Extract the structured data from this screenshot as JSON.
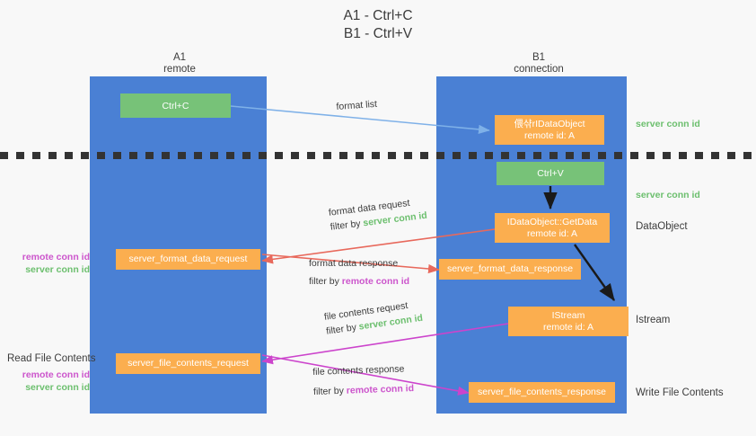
{
  "title": {
    "line1": "A1 - Ctrl+C",
    "line2": "B1 - Ctrl+V"
  },
  "columns": [
    {
      "name": "A1",
      "role": "remote"
    },
    {
      "name": "B1",
      "role": "connection"
    }
  ],
  "boxes": {
    "ctrl_c": "Ctrl+C",
    "ctrl_v": "Ctrl+V",
    "idataobject_copy": {
      "line1": "偎샦rIDataObject",
      "line2": "remote id: A"
    },
    "idataobject_getdata": {
      "line1": "IDataObject::GetData",
      "line2": "remote id: A"
    },
    "istream": {
      "line1": "IStream",
      "line2": "remote id: A"
    },
    "server_format_data_request": "server_format_data_request",
    "server_format_data_response": "server_format_data_response",
    "server_file_contents_request": "server_file_contents_request",
    "server_file_contents_response": "server_file_contents_response"
  },
  "side_labels": {
    "server_conn_id_top": "server conn id",
    "server_conn_id_mid": "server conn id",
    "dataobject": "DataObject",
    "istream": "Istream",
    "write_file_contents": "Write File Contents"
  },
  "left_labels": {
    "remote_conn_id_1": "remote conn id",
    "server_conn_id_1": "server conn id",
    "read_file_contents": "Read File Contents",
    "remote_conn_id_2": "remote conn id",
    "server_conn_id_2": "server conn id"
  },
  "arrow_labels": {
    "format_list": "format list",
    "format_data_request": "format data request",
    "format_data_request_filter_prefix": "filter by ",
    "format_data_request_filter_value": "server conn id",
    "format_data_response": "format data response",
    "format_data_response_filter_prefix": "filter by ",
    "format_data_response_filter_value": "remote conn id",
    "file_contents_request": "file contents request",
    "file_contents_request_filter_prefix": "filter by ",
    "file_contents_request_filter_value": "server conn id",
    "file_contents_response": "file contents response",
    "file_contents_response_filter_prefix": "filter by ",
    "file_contents_response_filter_value": "remote conn id"
  },
  "colors": {
    "lane": "#4a80d4",
    "box_orange": "#fbae4f",
    "box_green": "#77c278",
    "conn_green": "#6cbf6e",
    "conn_magenta": "#cc55cc",
    "arrow_blue": "#7fb1e8",
    "arrow_red": "#e8695c",
    "arrow_magenta": "#cc44cc",
    "arrow_black": "#1a1a1a",
    "background": "#f8f8f8"
  }
}
